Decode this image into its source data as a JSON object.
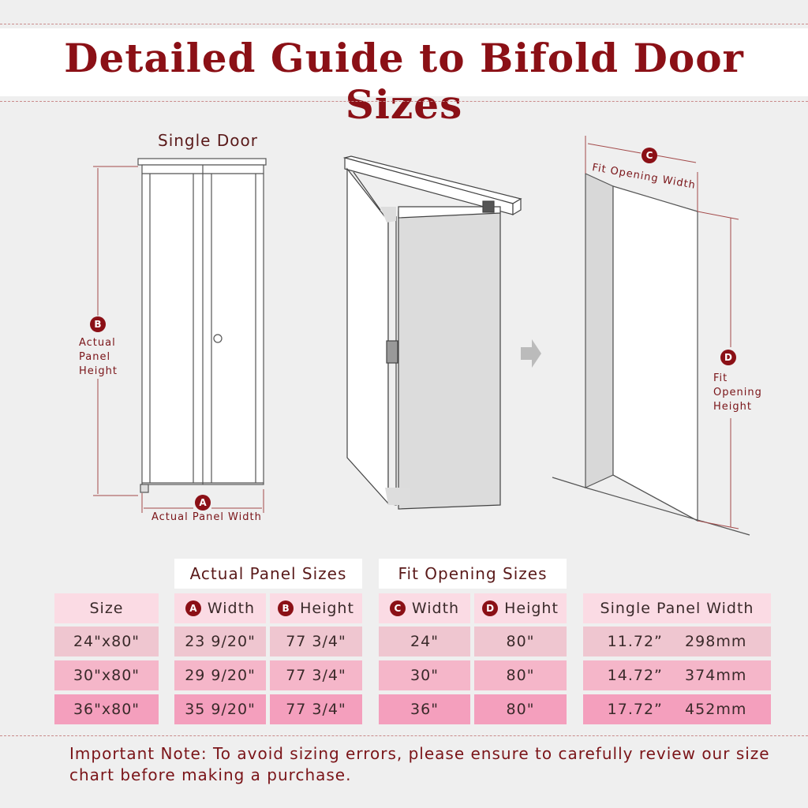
{
  "header": {
    "title": "Detailed Guide to Bifold Door Sizes"
  },
  "diagram": {
    "single_door_label": "Single Door",
    "badge_a": "A",
    "badge_b": "B",
    "badge_c": "C",
    "badge_d": "D",
    "label_b": [
      "Actual",
      "Panel",
      "Height"
    ],
    "label_a": "Actual Panel Width",
    "label_c": "Fit Opening Width",
    "label_d": [
      "Fit",
      "Opening",
      "Height"
    ]
  },
  "table": {
    "group_actual": "Actual Panel Sizes",
    "group_fit": "Fit Opening Sizes",
    "headers": {
      "size": "Size",
      "width_a": "Width",
      "height_b": "Height",
      "width_c": "Width",
      "height_d": "Height",
      "single_panel_width": "Single Panel Width",
      "badge_a": "A",
      "badge_b": "B",
      "badge_c": "C",
      "badge_d": "D"
    },
    "rows": [
      {
        "size": "24\"x80\"",
        "panel_w": "23 9/20\"",
        "panel_h": "77 3/4\"",
        "fit_w": "24\"",
        "fit_h": "80\"",
        "single": "11.72”    298mm"
      },
      {
        "size": "30\"x80\"",
        "panel_w": "29 9/20\"",
        "panel_h": "77 3/4\"",
        "fit_w": "30\"",
        "fit_h": "80\"",
        "single": "14.72”    374mm"
      },
      {
        "size": "36\"x80\"",
        "panel_w": "35 9/20\"",
        "panel_h": "77 3/4\"",
        "fit_w": "36\"",
        "fit_h": "80\"",
        "single": "17.72”    452mm"
      }
    ]
  },
  "note": "Important Note: To avoid sizing errors, please ensure to carefully review our size chart before making a purchase.",
  "colors": {
    "accent": "#8b1016",
    "background": "#efefef",
    "dash": "#c98a8a"
  }
}
